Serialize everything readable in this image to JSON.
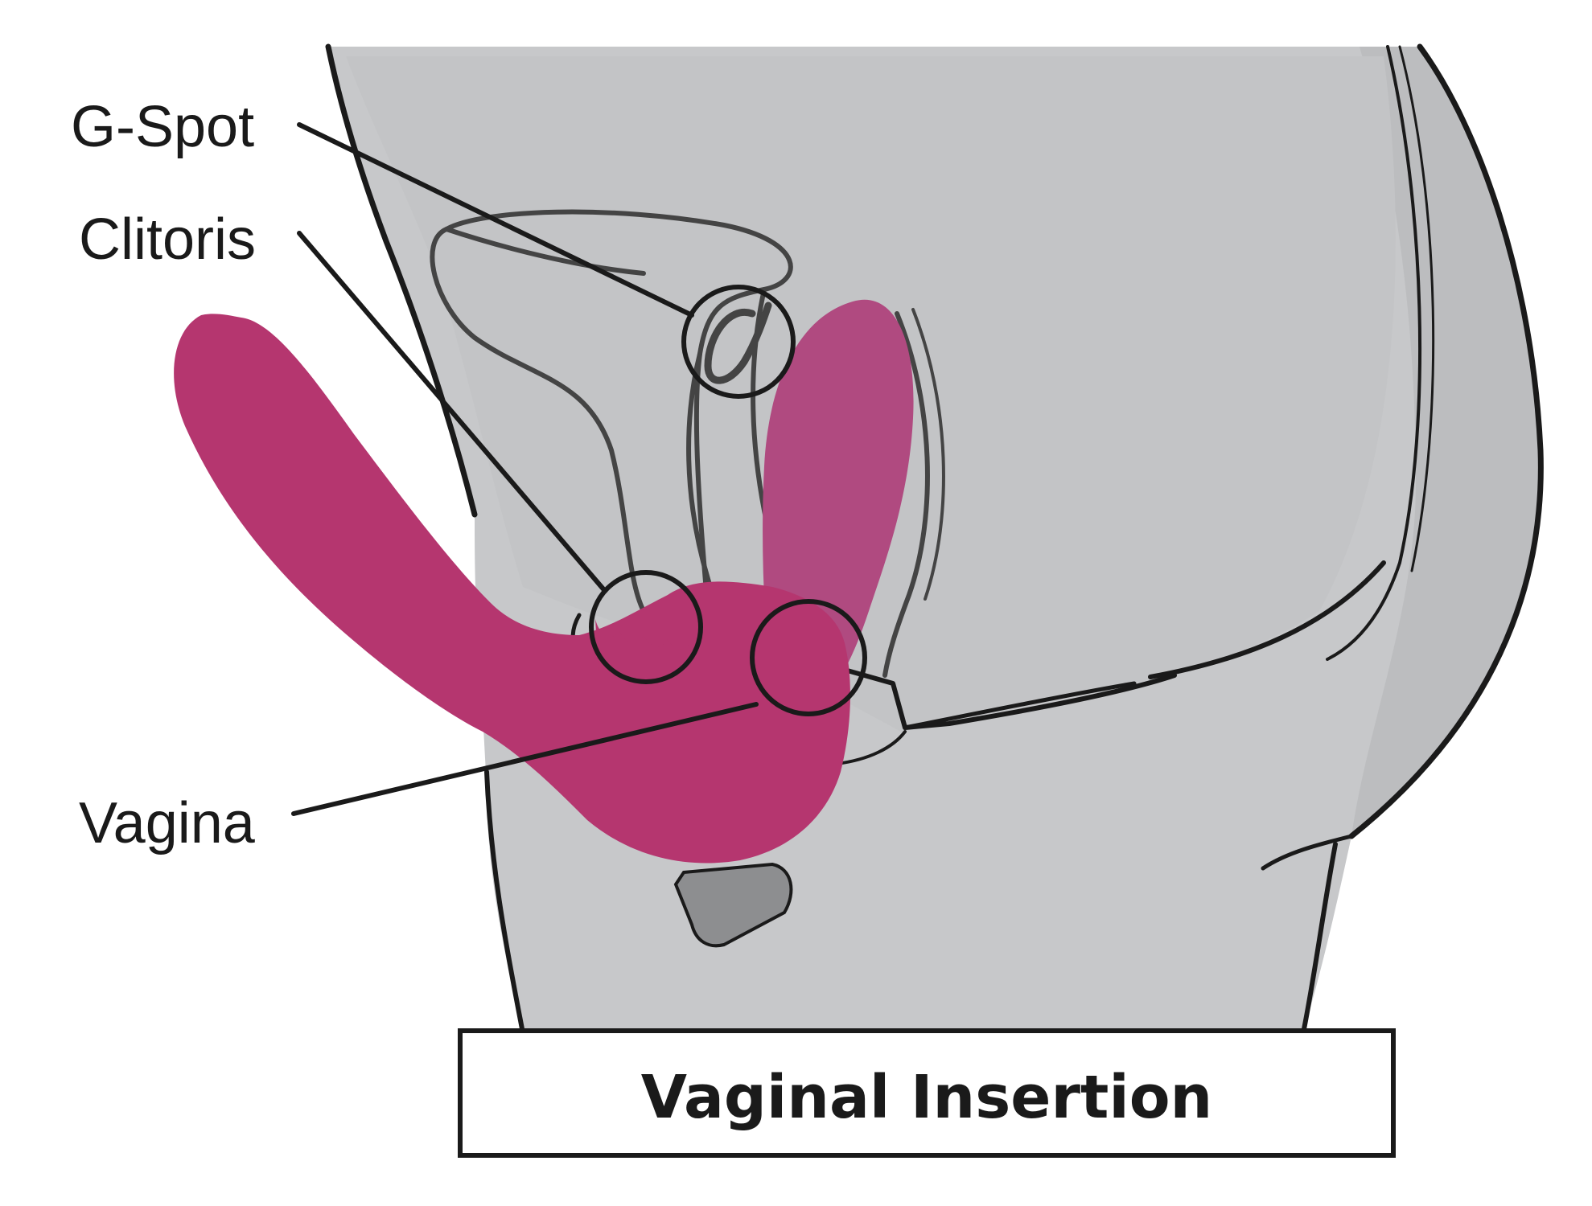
{
  "labels": {
    "g_spot": "G-Spot",
    "clitoris": "Clitoris",
    "vagina": "Vagina"
  },
  "caption": "Vaginal Insertion",
  "colors": {
    "body_fill": "#c7c8ca",
    "body_dark": "#bcbdbf",
    "outline": "#1a1a1a",
    "device_magenta": "#b5366f",
    "device_magenta_light": "#b04a80",
    "vibrator_bullet": "#8d8e90"
  }
}
